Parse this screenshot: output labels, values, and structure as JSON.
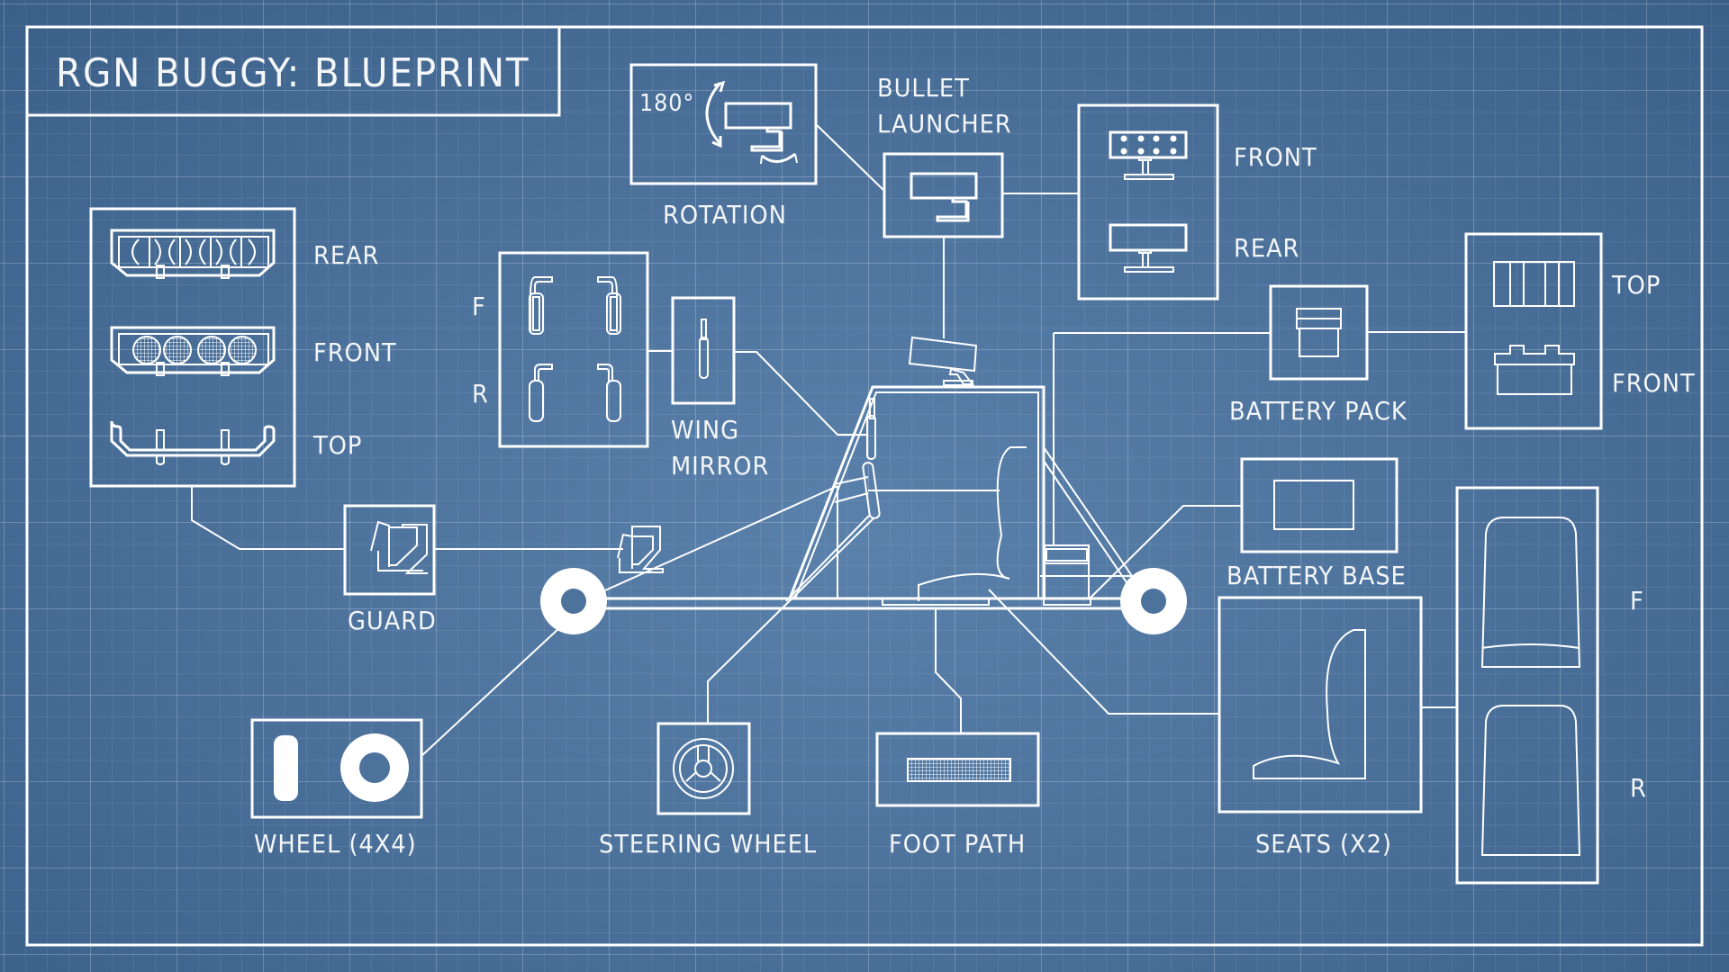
{
  "title": "RGN BUGGY: BLUEPRINT",
  "colors": {
    "background_center": "#5a81ab",
    "background_edge": "#3a5f88",
    "line": "#ffffff"
  },
  "components": {
    "rotation": {
      "label": "ROTATION",
      "angle": "180°"
    },
    "bullet_launcher": {
      "label_line1": "BULLET",
      "label_line2": "LAUNCHER"
    },
    "launcher_variants": {
      "front": "FRONT",
      "rear": "REAR"
    },
    "light_bars": {
      "rear": "REAR",
      "front": "FRONT",
      "top": "TOP"
    },
    "mirror_set": {
      "front": "F",
      "rear": "R"
    },
    "wing_mirror": {
      "label_line1": "WING",
      "label_line2": "MIRROR"
    },
    "battery_pack": {
      "label": "BATTERY PACK"
    },
    "battery_variants": {
      "top": "TOP",
      "front": "FRONT"
    },
    "battery_base": {
      "label": "BATTERY BASE"
    },
    "guard": {
      "label": "GUARD"
    },
    "wheel": {
      "label": "WHEEL (4X4)"
    },
    "steering_wheel": {
      "label": "STEERING WHEEL"
    },
    "foot_path": {
      "label": "FOOT PATH"
    },
    "seats": {
      "label": "SEATS (X2)"
    },
    "seat_variants": {
      "front": "F",
      "rear": "R"
    }
  }
}
